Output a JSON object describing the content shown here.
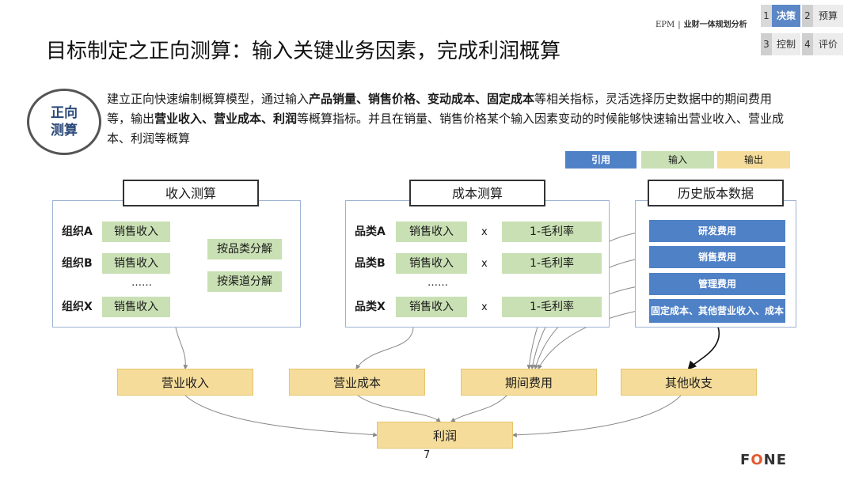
{
  "header": {
    "brand": "EPM",
    "brand_sep": "|",
    "brand_sub": "业财一体规划分析",
    "nav": [
      {
        "num": "1",
        "label": "决策",
        "active": true
      },
      {
        "num": "2",
        "label": "预算",
        "active": false
      },
      {
        "num": "3",
        "label": "控制",
        "active": false
      },
      {
        "num": "4",
        "label": "评价",
        "active": false
      }
    ]
  },
  "title": "目标制定之正向测算：输入关键业务因素，完成利润概算",
  "badge": {
    "line1": "正向",
    "line2": "测算"
  },
  "intro": {
    "p1": "建立正向快速编制概算模型，通过输入",
    "b1": "产品销量、销售价格、变动成本、固定成本",
    "p2": "等相关指标，灵活选择历史数据中的期间费用等，输出",
    "b2": "营业收入、营业成本、利润",
    "p3": "等概算指标。并且在销量、销售价格某个输入因素变动的时候能够快速输出营业收入、营业成本、利润等概算"
  },
  "legend": {
    "ref": "引用",
    "input": "输入",
    "output": "输出"
  },
  "colors": {
    "ref": "#4f81c7",
    "input": "#c9e0b4",
    "output": "#f5dc9a",
    "nav_active": "#5b87c7",
    "fone_accent": "#e3592d"
  },
  "revenue": {
    "title": "收入测算",
    "rows": [
      {
        "label": "组织A",
        "box": "销售收入"
      },
      {
        "label": "组织B",
        "box": "销售收入"
      },
      {
        "label": "组织X",
        "box": "销售收入"
      }
    ],
    "ellipsis": "……",
    "split1": "按品类分解",
    "split2": "按渠道分解"
  },
  "cost": {
    "title": "成本测算",
    "rows": [
      {
        "label": "品类A",
        "box": "销售收入",
        "op": "x",
        "rate": "1-毛利率"
      },
      {
        "label": "品类B",
        "box": "销售收入",
        "op": "x",
        "rate": "1-毛利率"
      },
      {
        "label": "品类X",
        "box": "销售收入",
        "op": "x",
        "rate": "1-毛利率"
      }
    ],
    "ellipsis": "……"
  },
  "history": {
    "title": "历史版本数据",
    "items": [
      "研发费用",
      "销售费用",
      "管理费用",
      "固定成本、其他营业收入、成本"
    ]
  },
  "outputs": {
    "rev": "营业收入",
    "cost": "营业成本",
    "period": "期间费用",
    "other": "其他收支",
    "profit": "利润"
  },
  "page_number": "7",
  "logo": {
    "f": "F",
    "o": "O",
    "ne": "NE"
  }
}
